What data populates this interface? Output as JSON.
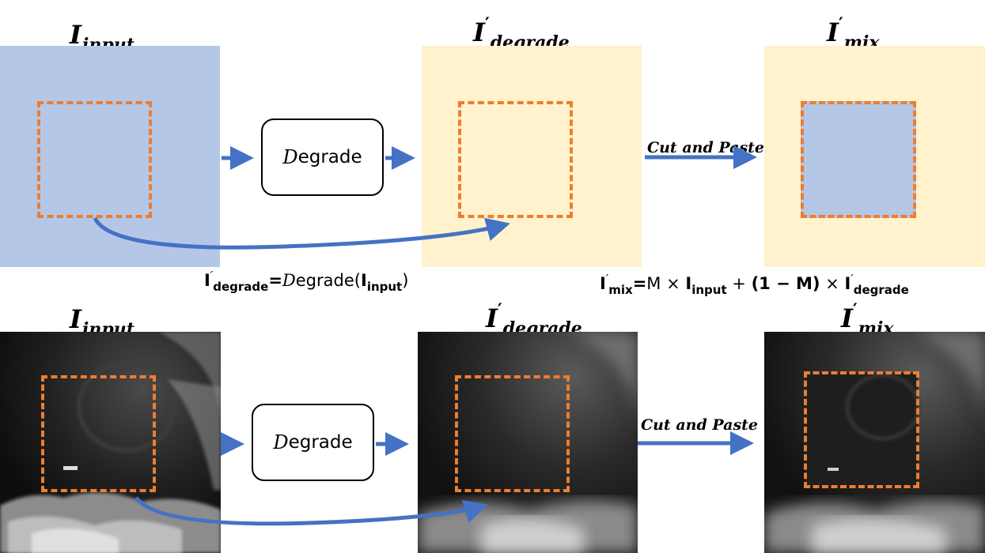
{
  "colors": {
    "input_panel": "#b4c7e7",
    "degrade_panel": "#fff2cc",
    "dashed_box": "#ed7d31",
    "arrow": "#4472c4"
  },
  "top_row": {
    "input_title": {
      "base": "I",
      "sub": "input"
    },
    "degrade_title": {
      "base": "I",
      "prime": "′",
      "sub": "degrade"
    },
    "mix_title": {
      "base": "I",
      "prime": "′",
      "sub": "mix"
    },
    "degrade_box": {
      "cal": "D",
      "rest": "egrade"
    },
    "cut_paste_label": "Cut and Paste",
    "formula_degrade": {
      "lhs_base": "I",
      "lhs_prime": "′",
      "lhs_sub": "degrade",
      "eq": "=",
      "fn_cal": "D",
      "fn_rest": "egrade",
      "open": "(",
      "arg_base": "I",
      "arg_sub": "input",
      "close": ")"
    },
    "formula_mix": {
      "lhs_base": "I",
      "lhs_prime": "′",
      "lhs_sub": "mix",
      "eq": "=",
      "m1": "M",
      "times1": " × ",
      "in_base": "I",
      "in_sub": "input",
      "plus": " + ",
      "paren": "(1 − M)",
      "times2": " × ",
      "deg_base": "I",
      "deg_prime": "′",
      "deg_sub": "degrade"
    }
  },
  "bottom_row": {
    "input_title": {
      "base": "I",
      "sub": "input"
    },
    "degrade_title": {
      "base": "I",
      "prime": "′",
      "sub": "degrade"
    },
    "mix_title": {
      "base": "I",
      "prime": "′",
      "sub": "mix"
    },
    "degrade_box": {
      "cal": "D",
      "rest": "egrade"
    },
    "cut_paste_label": "Cut and Paste"
  }
}
